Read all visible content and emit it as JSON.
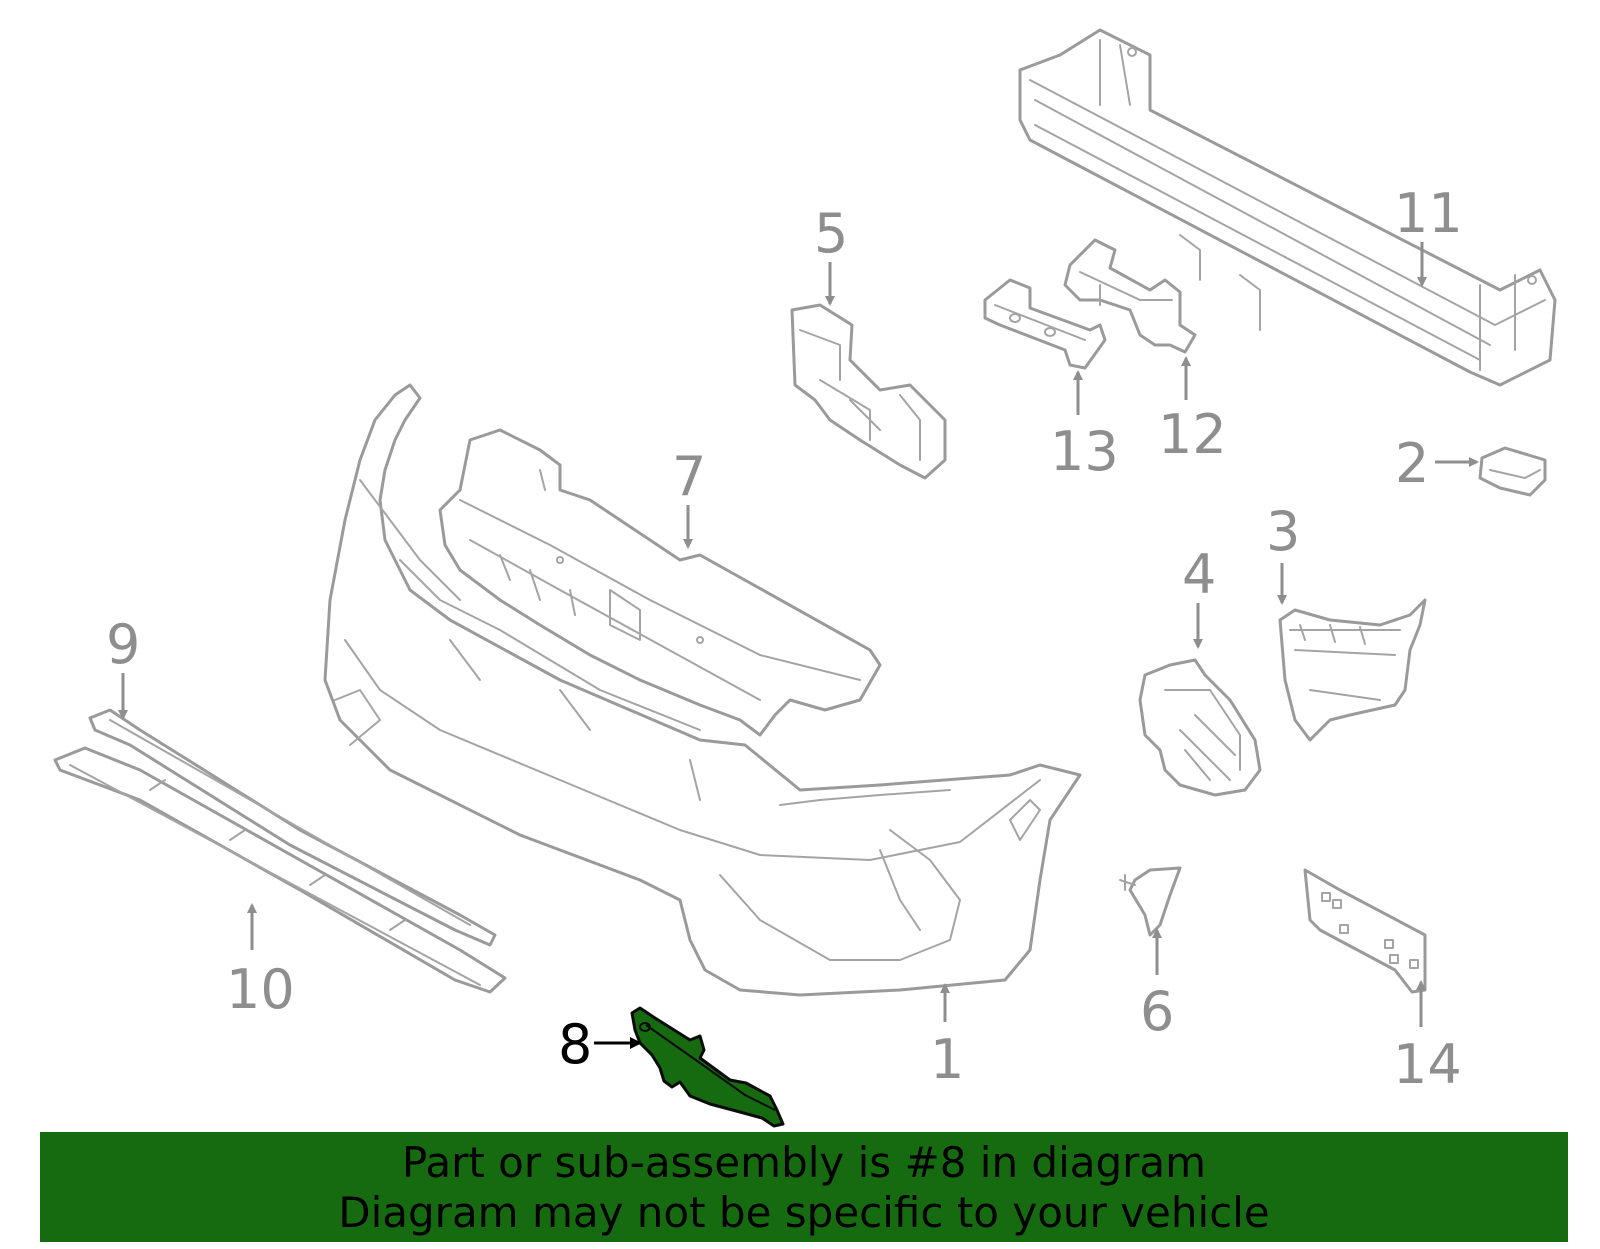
{
  "callouts": {
    "c1": "1",
    "c2": "2",
    "c3": "3",
    "c4": "4",
    "c5": "5",
    "c6": "6",
    "c7": "7",
    "c8": "8",
    "c9": "9",
    "c10": "10",
    "c11": "11",
    "c12": "12",
    "c13": "13",
    "c14": "14"
  },
  "highlighted_part": "8",
  "banner": {
    "line1": "Part or sub-assembly is #8 in diagram",
    "line2": "Diagram may not be specific to your vehicle"
  },
  "colors": {
    "highlight": "#166b10",
    "banner_background": "#166b10",
    "part_outline": "#9a9a9a",
    "callout_text": "#8e8e8e"
  }
}
